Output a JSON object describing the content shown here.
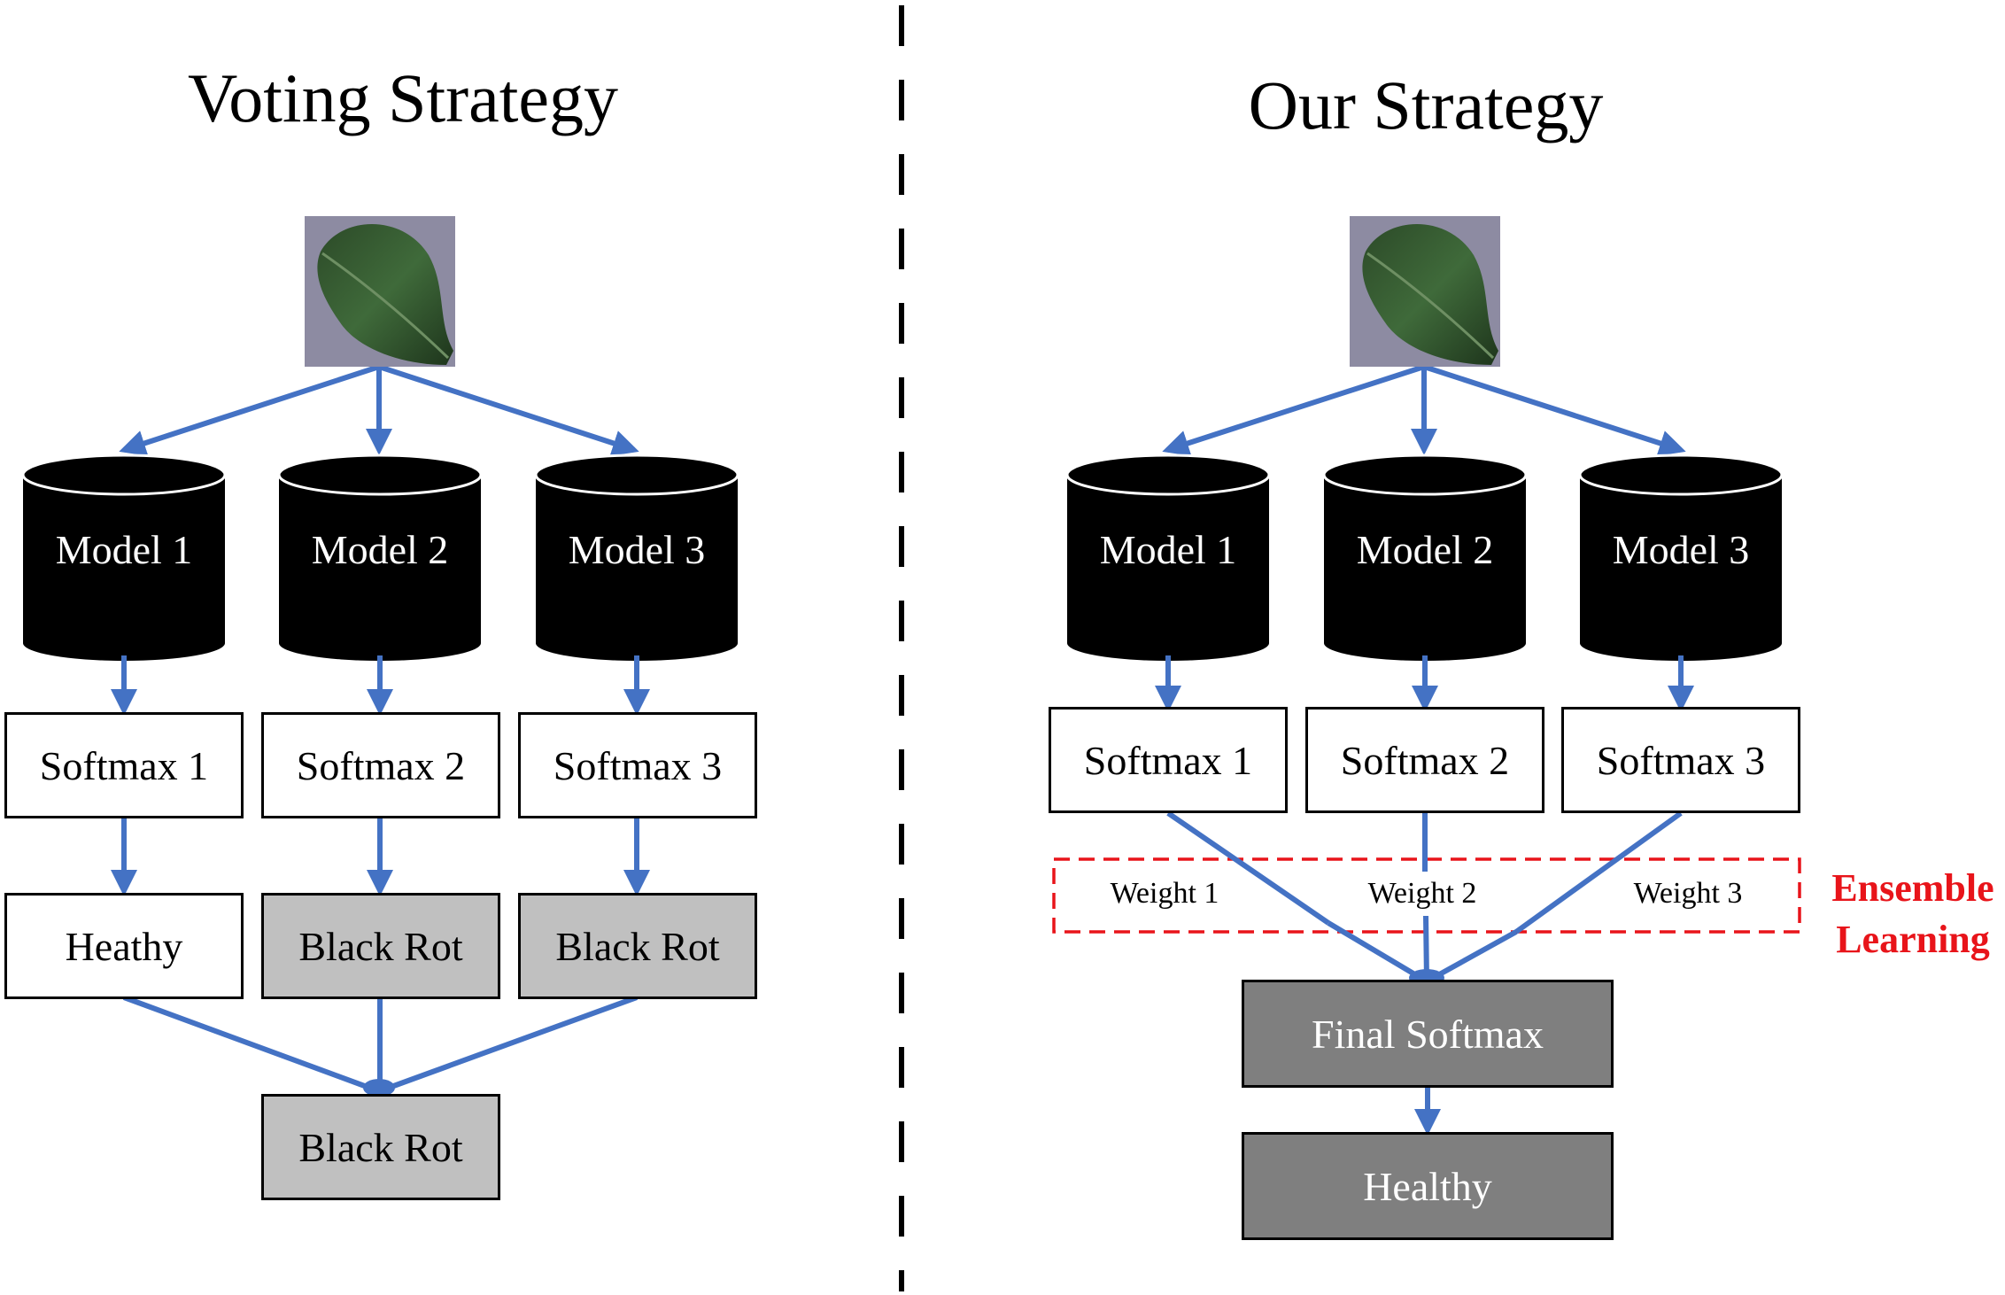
{
  "left": {
    "title": "Voting Strategy",
    "models": [
      "Model 1",
      "Model 2",
      "Model 3"
    ],
    "softmax": [
      "Softmax 1",
      "Softmax 2",
      "Softmax 3"
    ],
    "predictions": [
      "Heathy",
      "Black Rot",
      "Black Rot"
    ],
    "result": "Black Rot"
  },
  "right": {
    "title": "Our Strategy",
    "models": [
      "Model 1",
      "Model 2",
      "Model 3"
    ],
    "softmax": [
      "Softmax 1",
      "Softmax 2",
      "Softmax 3"
    ],
    "weights": [
      "Weight 1",
      "Weight 2",
      "Weight 3"
    ],
    "ensemble_label_line1": "Ensemble",
    "ensemble_label_line2": "Learning",
    "final_softmax": "Final Softmax",
    "result": "Healthy"
  },
  "colors": {
    "arrow": "#4472c4",
    "ensemble": "#e8141a",
    "gray_box": "#c0c0c0",
    "dark_box": "#7f7f7f",
    "cylinder": "#000000"
  },
  "icons": {
    "input_image": "leaf-image"
  }
}
